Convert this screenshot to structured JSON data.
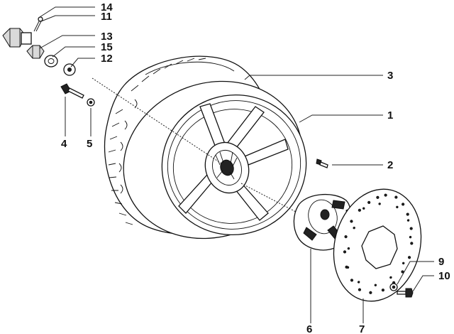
{
  "callouts": {
    "c14": "14",
    "c11": "11",
    "c13": "13",
    "c15": "15",
    "c12": "12",
    "c3": "3",
    "c1": "1",
    "c2": "2",
    "c4": "4",
    "c5": "5",
    "c6": "6",
    "c7": "7",
    "c9": "9",
    "c10": "10"
  }
}
